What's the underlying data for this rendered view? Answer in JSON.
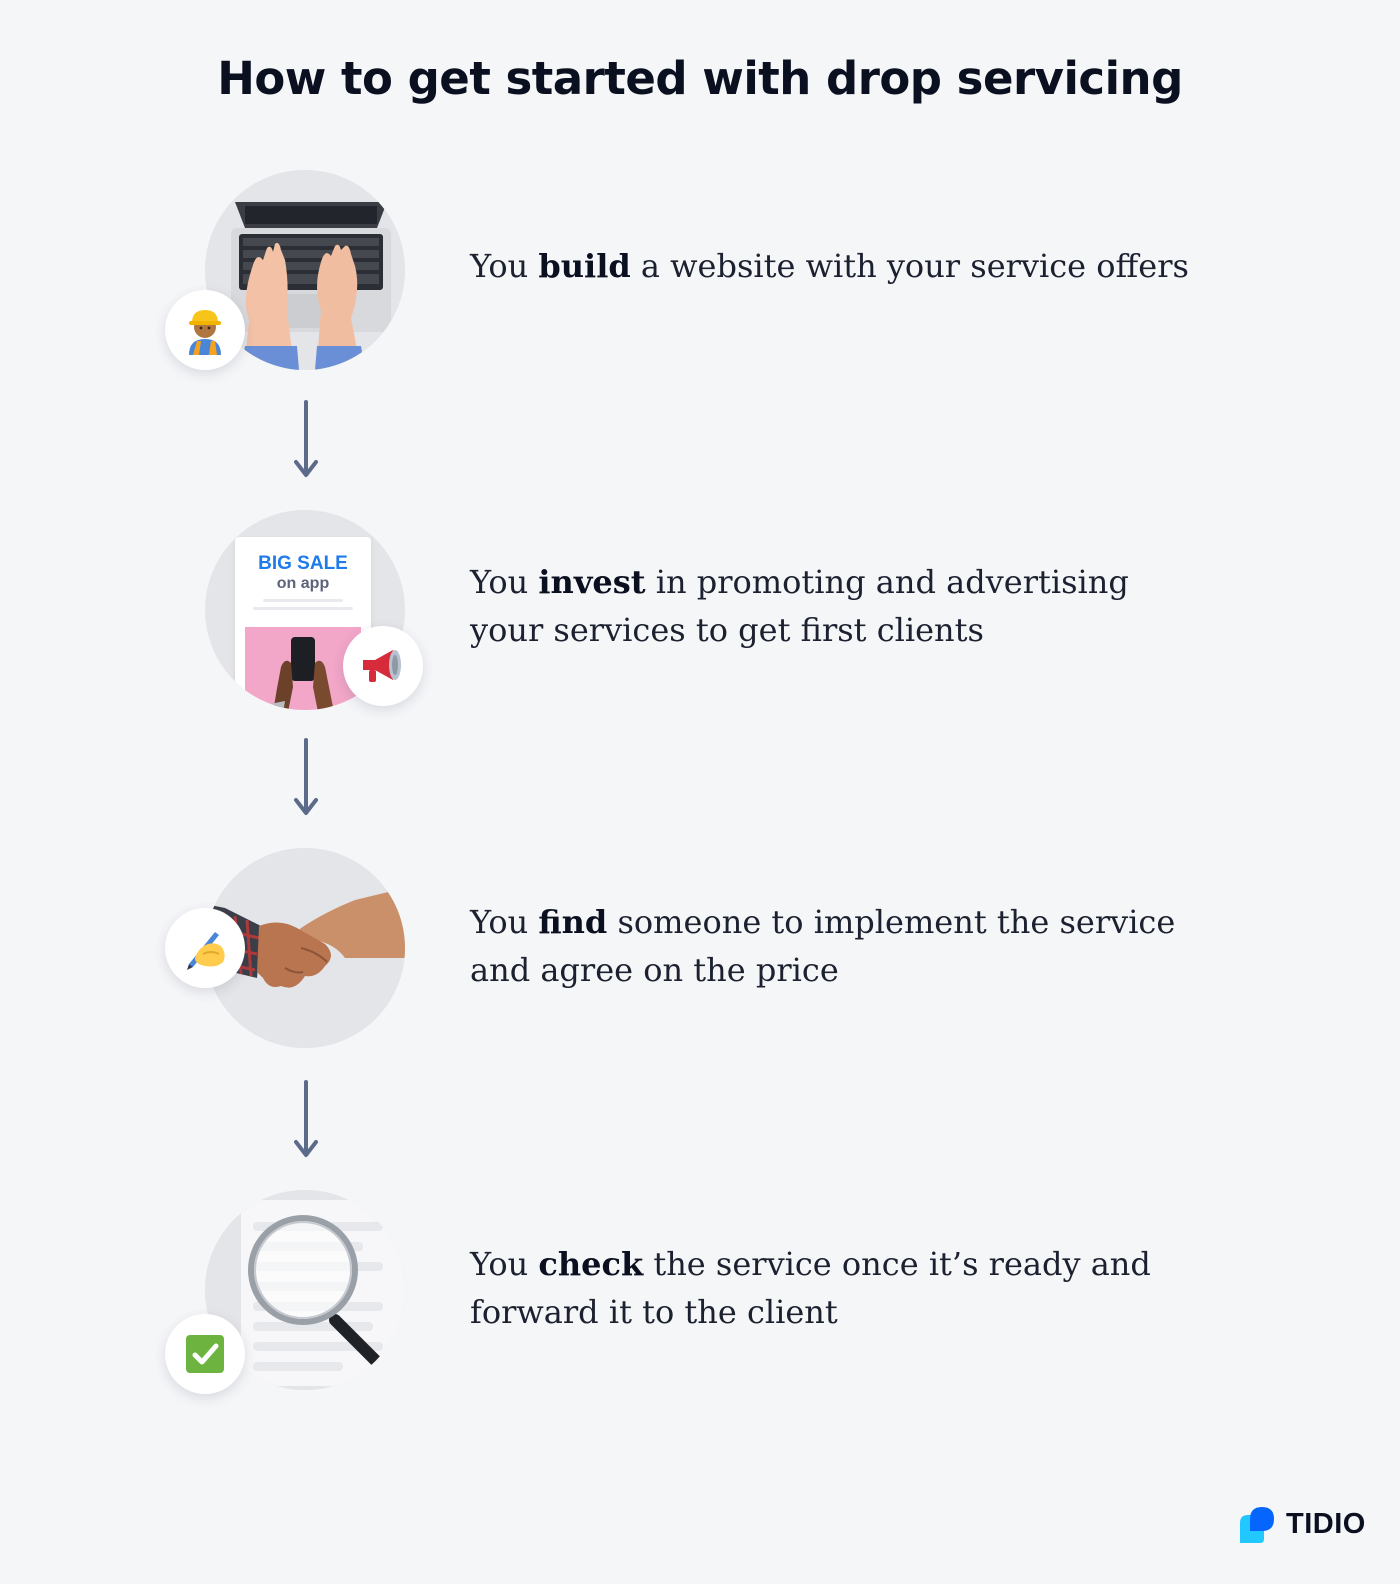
{
  "title": "How to get started with drop servicing",
  "steps": [
    {
      "prefix": "You ",
      "bold": "build",
      "rest": " a website with your service offers",
      "image": "laptop-typing-image",
      "badge_icon": "construction-worker-icon"
    },
    {
      "prefix": "You ",
      "bold": "invest",
      "rest": " in promoting and advertising your services to get first clients",
      "image": "big-sale-ad-image",
      "badge_icon": "megaphone-icon",
      "ad": {
        "line1": "BIG SALE",
        "line2": "on app"
      }
    },
    {
      "prefix": "You ",
      "bold": "find",
      "rest": " someone to implement the service and agree on the price",
      "image": "handshake-image",
      "badge_icon": "writing-hand-icon"
    },
    {
      "prefix": "You ",
      "bold": "check",
      "rest": " the service once it’s ready and forward it to the client",
      "image": "magnifier-document-image",
      "badge_icon": "check-mark-icon"
    }
  ],
  "brand": {
    "name": "TIDIO",
    "icon": "tidio-logo-icon"
  },
  "colors": {
    "background": "#f5f6f8",
    "title": "#0b1021",
    "text": "#1c2130",
    "arrow": "#5d6b8a",
    "ad_blue": "#1f7bea",
    "brand_blue": "#0566ff",
    "brand_light": "#21c7ff"
  }
}
